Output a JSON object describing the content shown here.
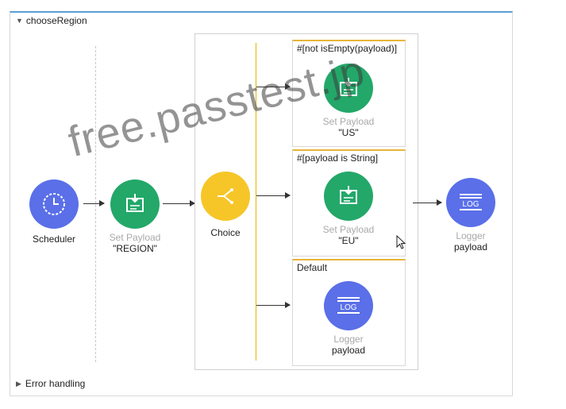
{
  "flow": {
    "name": "chooseRegion",
    "error_handling": "Error handling"
  },
  "nodes": {
    "scheduler": {
      "label": "Scheduler"
    },
    "set_payload_region": {
      "label": "Set Payload",
      "value": "\"REGION\""
    },
    "choice": {
      "label": "Choice"
    },
    "logger_main": {
      "label": "Logger",
      "value": "payload"
    }
  },
  "routes": [
    {
      "condition": "#[not isEmpty(payload)]",
      "label": "Set Payload",
      "value": "\"US\""
    },
    {
      "condition": "#[payload is String]",
      "label": "Set Payload",
      "value": "\"EU\""
    },
    {
      "condition": "Default",
      "label": "Logger",
      "value": "payload"
    }
  ],
  "watermark": "free.passtest.jp",
  "icons": {
    "scheduler": "clock-icon",
    "set_payload": "set-payload-icon",
    "choice": "choice-router-icon",
    "logger": "log-icon"
  },
  "colors": {
    "scheduler": "#5a6fe8",
    "set_payload": "#23a869",
    "choice": "#f6c628",
    "logger": "#5a6fe8",
    "route_border": "#e8b53a",
    "header_accent": "#5a9fd6"
  }
}
